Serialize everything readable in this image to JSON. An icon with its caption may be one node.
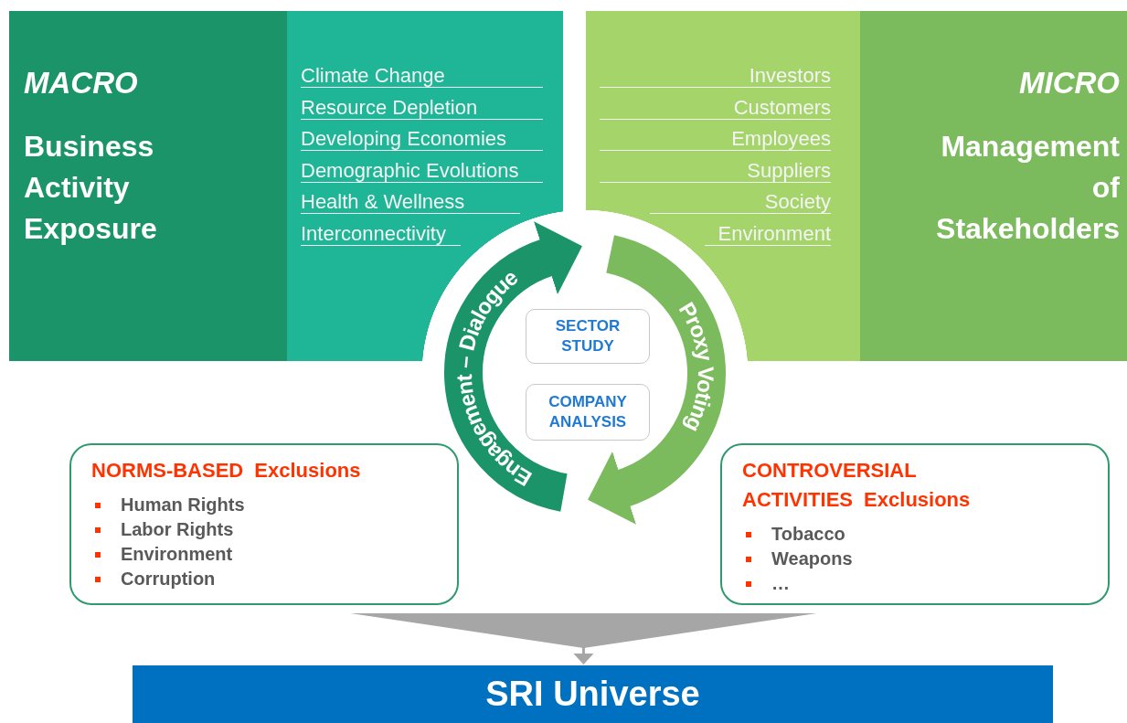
{
  "diagram": {
    "nodes": [
      {
        "text": [
          "MACRO",
          "Business Activity Exposure"
        ]
      },
      {
        "text": [
          "Climate Change",
          "Resource Depletion",
          "Developing Economies",
          "Demographic Evolutions",
          "Health & Wellness",
          "Interconnectivity"
        ]
      },
      {
        "text": [
          "Investors",
          "Customers",
          "Employees",
          "Suppliers",
          "Society",
          "Environment"
        ]
      },
      {
        "text": [
          "MICRO",
          "Management of Stakeholders"
        ]
      },
      {
        "text": [
          "Engagement – Dialogue"
        ]
      },
      {
        "text": [
          "Proxy Voting"
        ]
      },
      {
        "text": [
          "SECTOR STUDY"
        ]
      },
      {
        "text": [
          "COMPANY ANALYSIS"
        ]
      },
      {
        "text": [
          "NORMS-BASED Exclusions",
          "Human Rights",
          "Labor Rights",
          "Environment",
          "Corruption"
        ]
      },
      {
        "text": [
          "CONTROVERSIAL ACTIVITIES Exclusions",
          "Tobacco",
          "Weapons",
          "…"
        ]
      },
      {
        "text": [
          "SRI Universe"
        ]
      }
    ],
    "edges": [
      {
        "from": null,
        "to": 10,
        "arrow": "to",
        "color": "#a6a6a6"
      }
    ]
  }
}
